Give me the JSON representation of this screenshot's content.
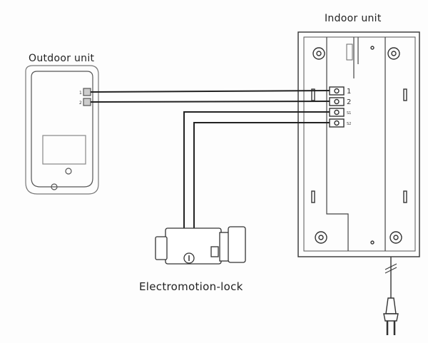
{
  "labels": {
    "outdoor_unit": "Outdoor unit",
    "indoor_unit": "Indoor unit",
    "lock": "Electromotion-lock"
  },
  "outdoor_terminals": [
    "1",
    "2"
  ],
  "indoor_terminals": [
    "1",
    "2",
    "S1",
    "S2"
  ]
}
